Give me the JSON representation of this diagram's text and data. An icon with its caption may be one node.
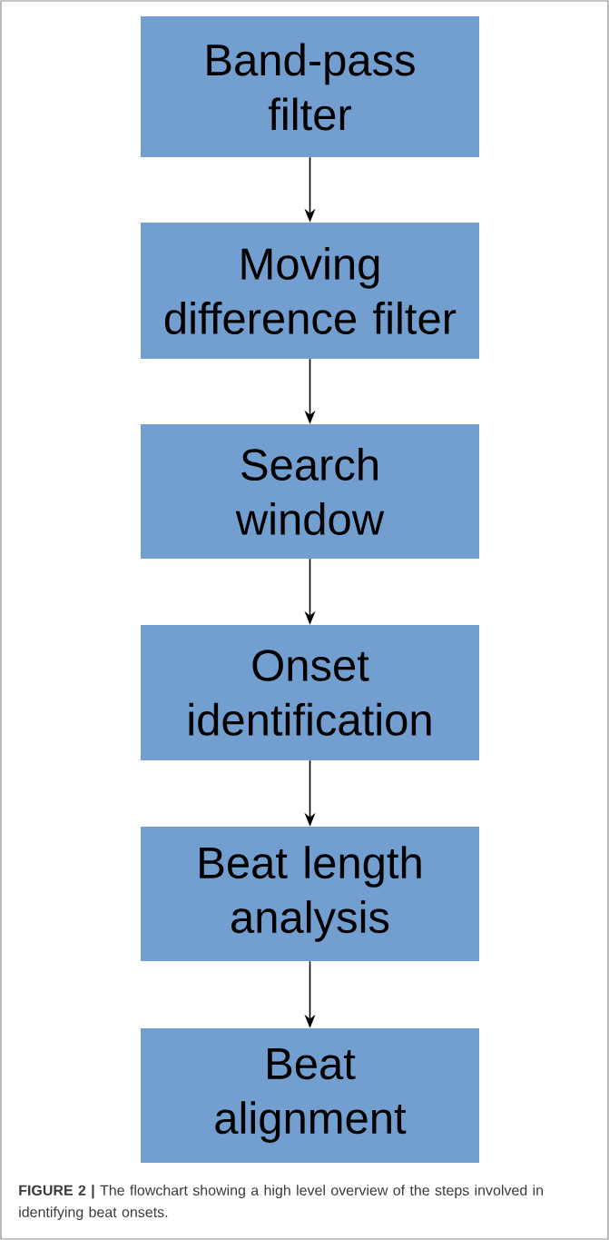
{
  "diagram": {
    "caption": "**FIGURE 2 |** The flowchart showing a high level overview of the steps involved in identifying beat onsets.",
    "nodes": [
      {
        "text": [
          "Band-pass filter"
        ]
      },
      {
        "text": [
          "Moving difference filter"
        ]
      },
      {
        "text": [
          "Search window"
        ]
      },
      {
        "text": [
          "Onset identification"
        ]
      },
      {
        "text": [
          "Beat length analysis"
        ]
      },
      {
        "text": [
          "Beat alignment"
        ]
      }
    ],
    "edges": [
      {
        "from": 0,
        "to": 1,
        "arrow": "to"
      },
      {
        "from": 1,
        "to": 2,
        "arrow": "to"
      },
      {
        "from": 2,
        "to": 3,
        "arrow": "to"
      },
      {
        "from": 3,
        "to": 4,
        "arrow": "to"
      },
      {
        "from": 4,
        "to": 5,
        "arrow": "to"
      }
    ]
  }
}
